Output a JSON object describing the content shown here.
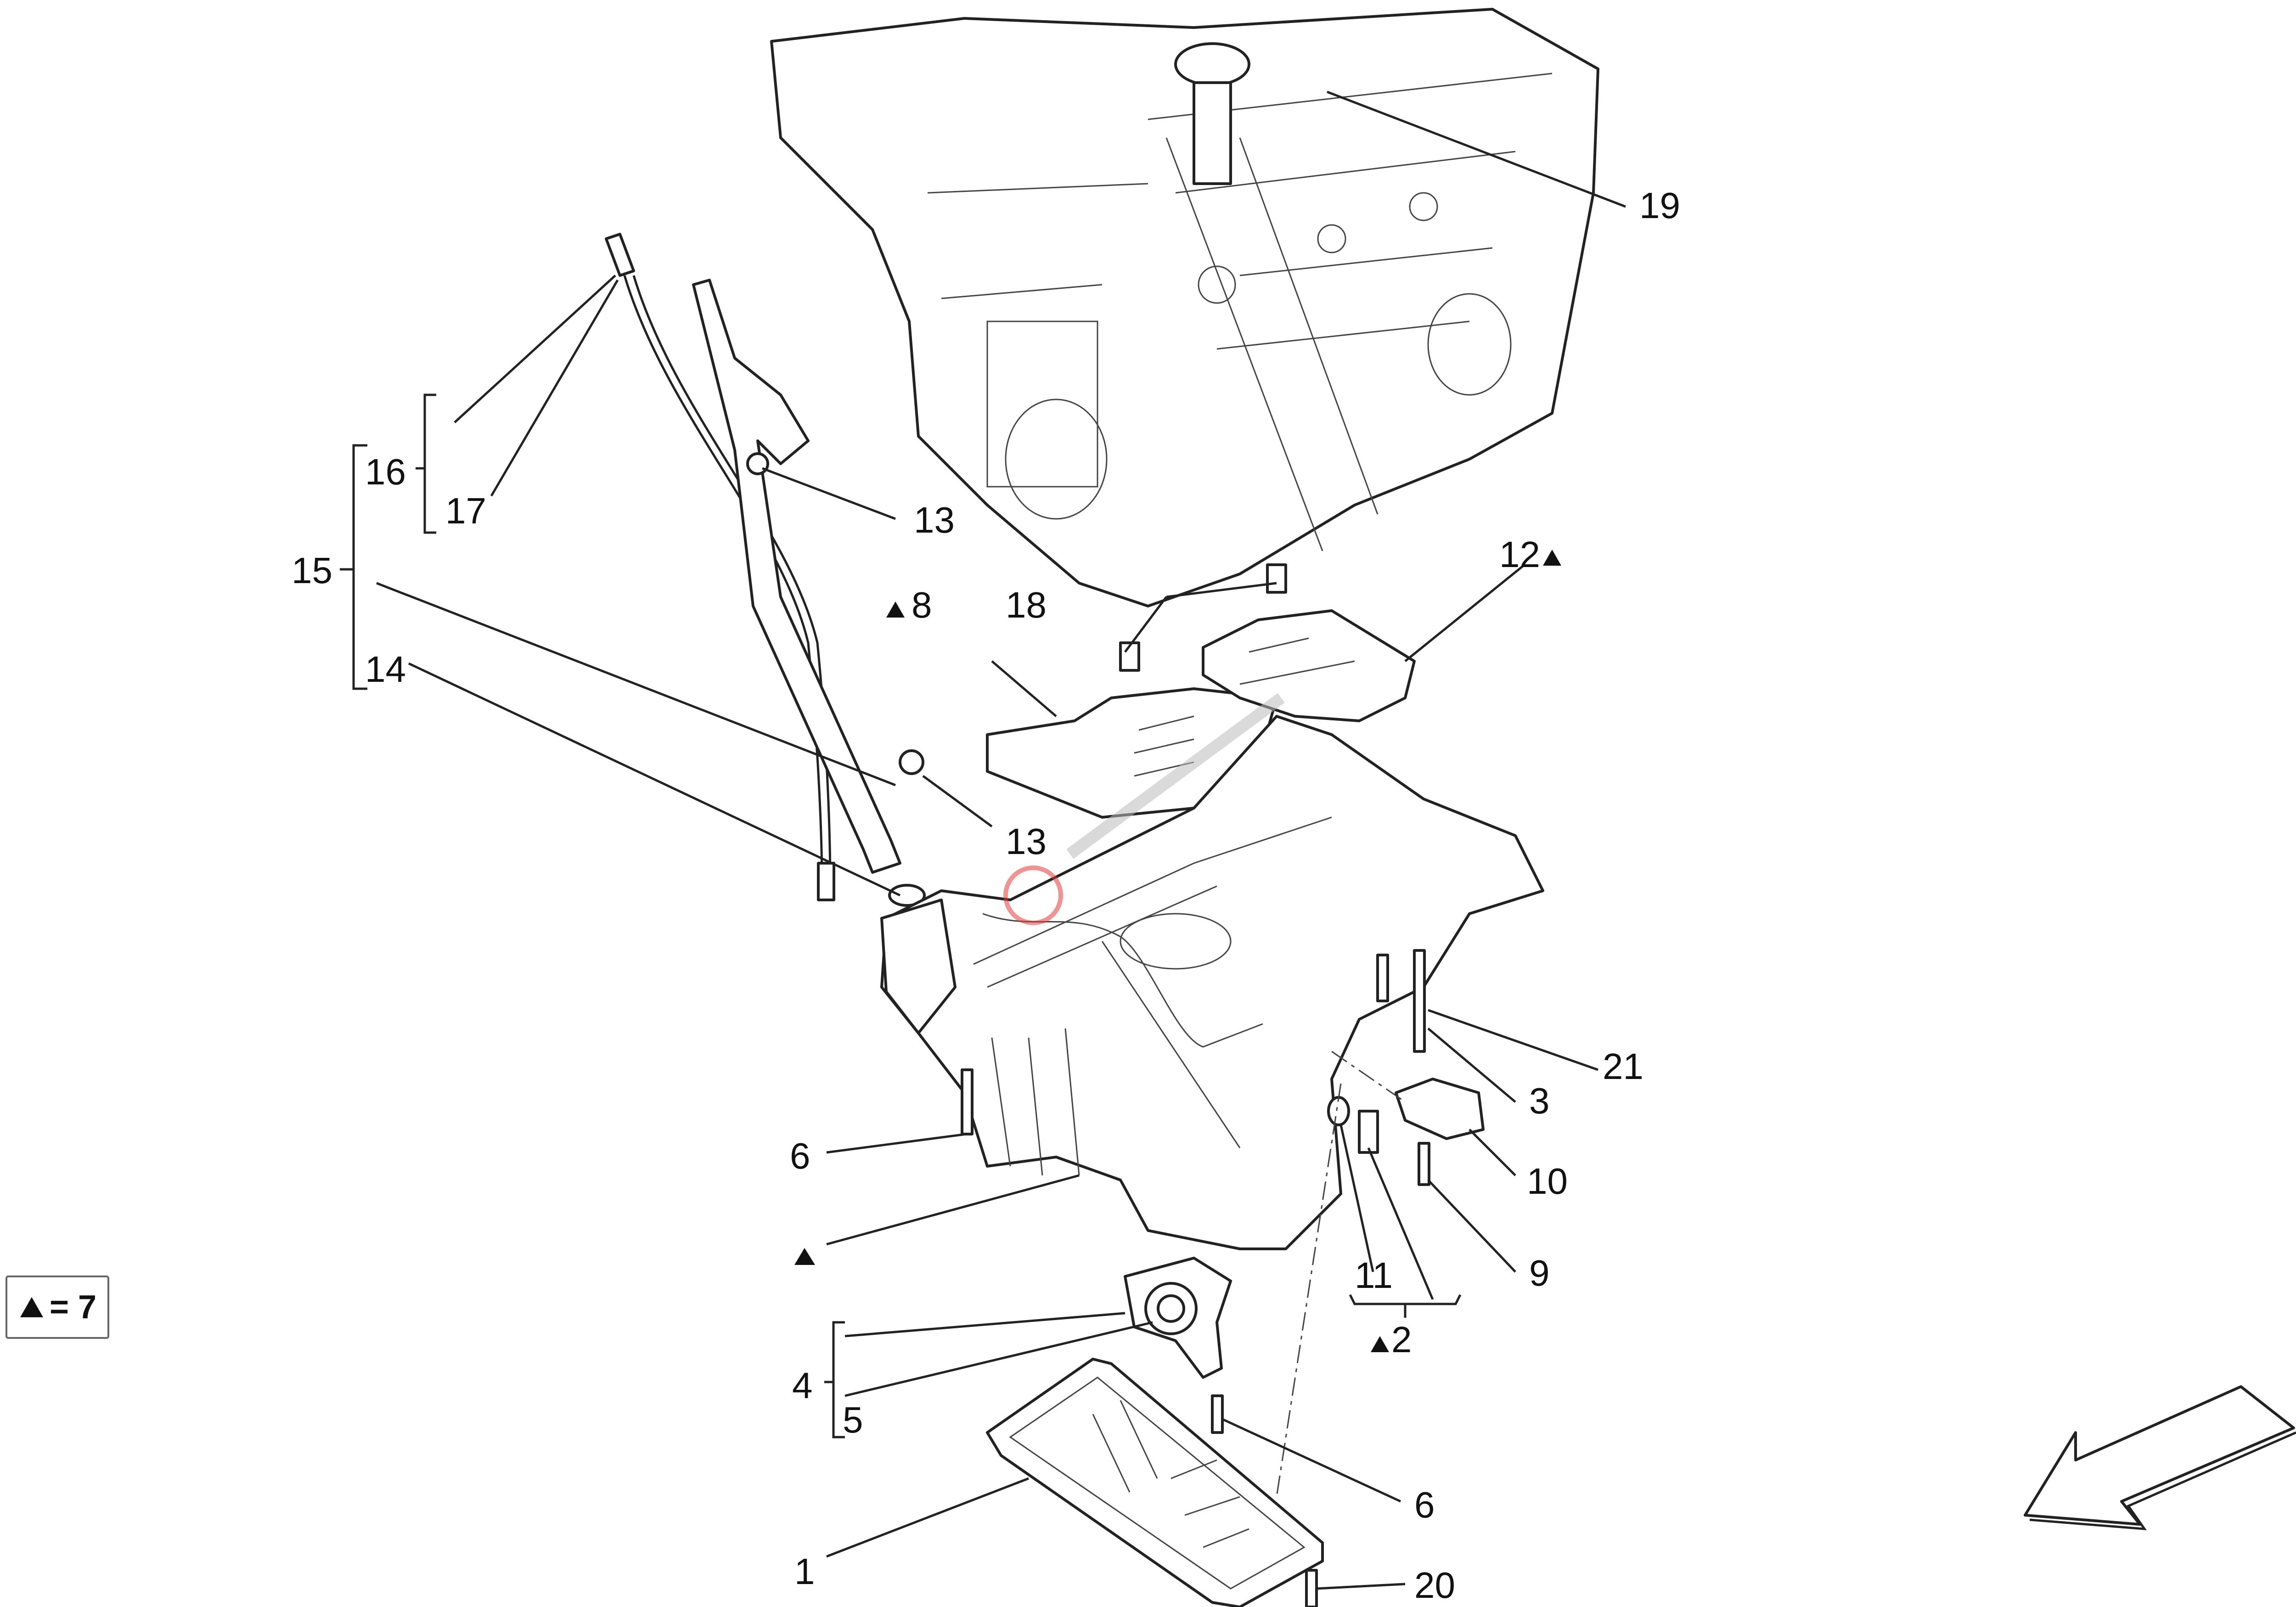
{
  "labels": {
    "l1": "1",
    "l2": "2",
    "l3": "3",
    "l4": "4",
    "l5": "5",
    "l6a": "6",
    "l6b": "6",
    "l8": "8",
    "l9": "9",
    "l10": "10",
    "l11": "11",
    "l12": "12",
    "l13a": "13",
    "l13b": "13",
    "l14": "14",
    "l15": "15",
    "l16": "16",
    "l17": "17",
    "l18": "18",
    "l19": "19",
    "l20": "20",
    "l21": "21"
  },
  "legend": {
    "text": "= 7"
  },
  "symbols": {
    "triangle": "triangle-marker",
    "arrow": "direction-arrow"
  },
  "colors": {
    "line": "#222222",
    "background": "#ffffff",
    "watermark": "#e23b3b"
  }
}
